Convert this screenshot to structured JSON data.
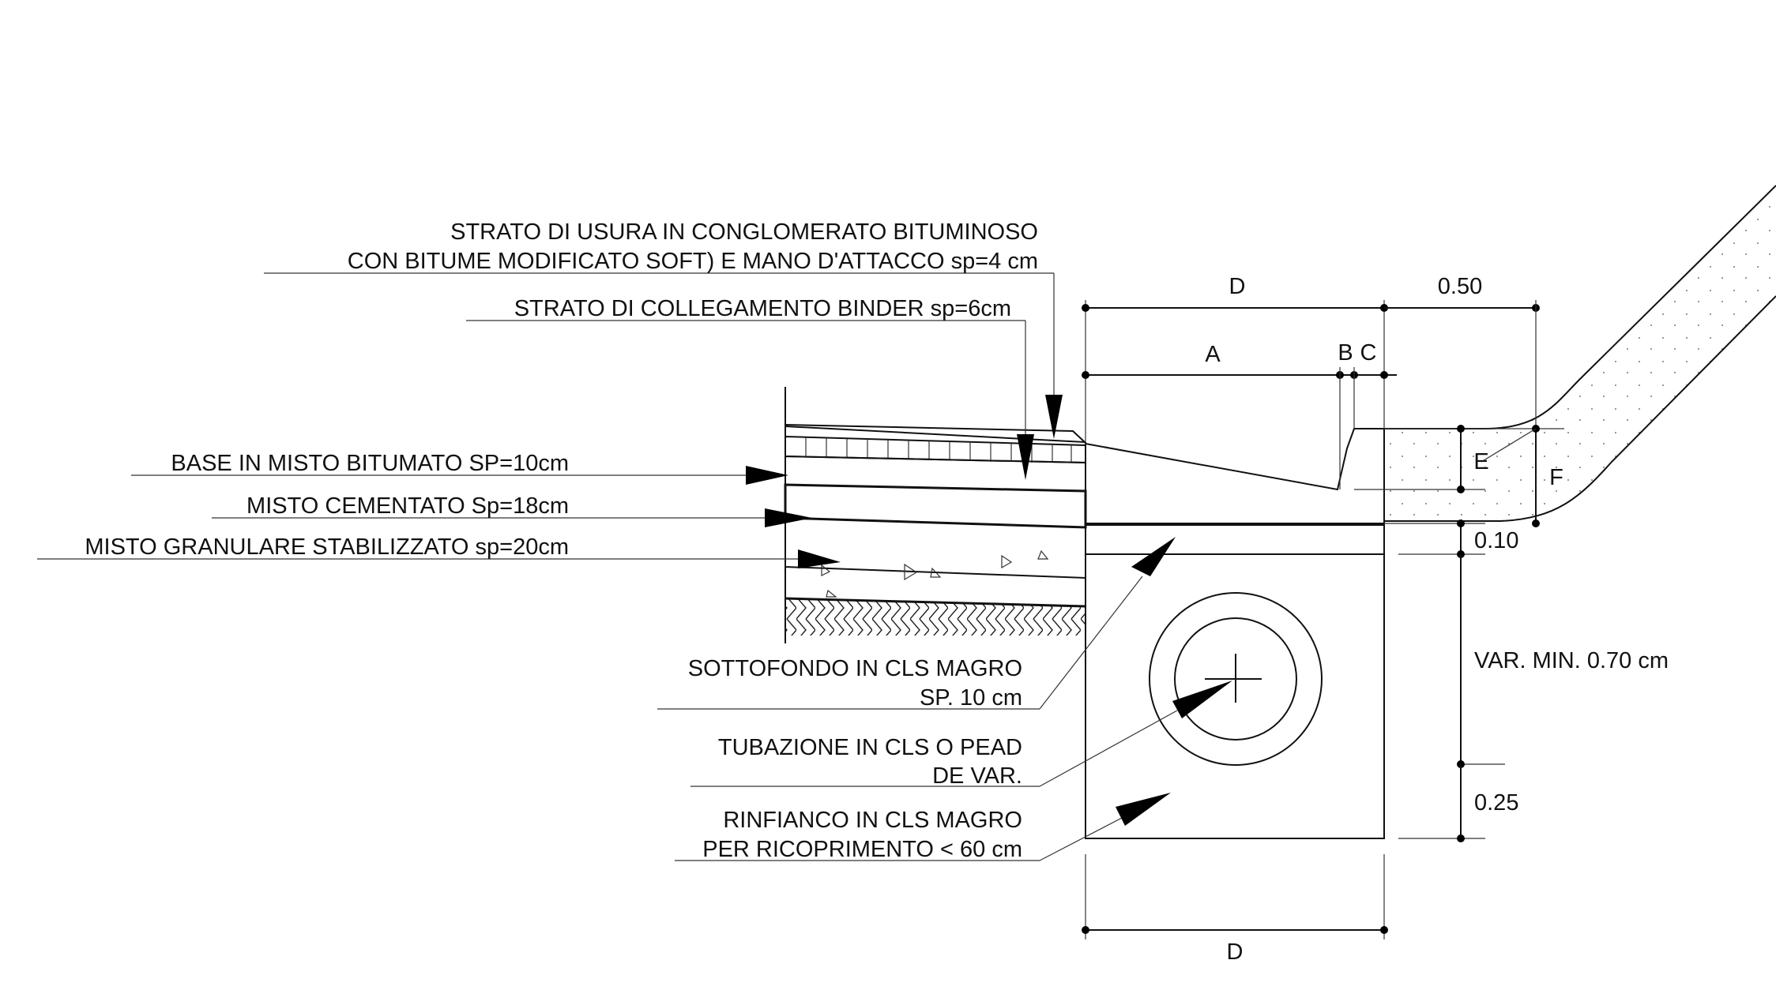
{
  "labels": {
    "usura_line1": "STRATO DI USURA IN CONGLOMERATO BITUMINOSO",
    "usura_line2": "CON BITUME MODIFICATO SOFT)   E MANO D'ATTACCO sp=4 cm",
    "binder": "STRATO DI COLLEGAMENTO BINDER sp=6cm",
    "base": "BASE IN MISTO BITUMATO SP=10cm",
    "cementato": "MISTO CEMENTATO Sp=18cm",
    "granulare": "MISTO GRANULARE STABILIZZATO sp=20cm",
    "sottofondo_line1": "SOTTOFONDO IN CLS MAGRO",
    "sottofondo_line2": "SP. 10 cm",
    "tubazione_line1": "TUBAZIONE IN CLS O PEAD",
    "tubazione_line2": "DE VAR.",
    "rinfianco_line1": "RINFIANCO IN CLS MAGRO",
    "rinfianco_line2": "PER RICOPRIMENTO < 60 cm"
  },
  "dimensions": {
    "d_top": "D",
    "a": "A",
    "b": "B",
    "c": "C",
    "offset": "0.50",
    "e": "E",
    "f": "F",
    "sottofondo": "0.10",
    "variable": "VAR. MIN. 0.70 cm",
    "base": "0.25",
    "d_bottom": "D"
  }
}
